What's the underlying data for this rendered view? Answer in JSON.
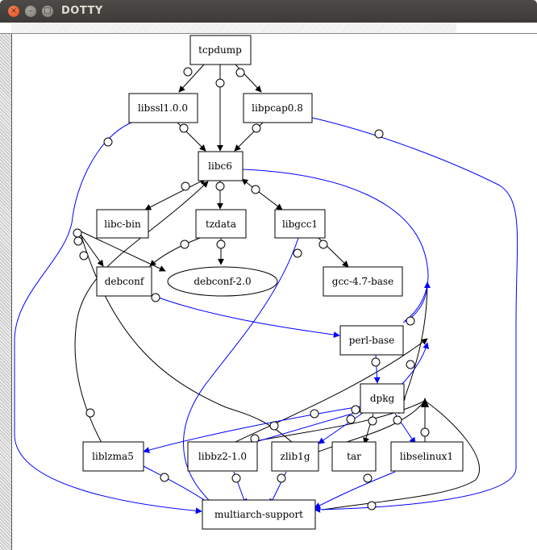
{
  "window": {
    "title": "DOTTY",
    "close_glyph": "×",
    "minimize_glyph": "–",
    "maximize_glyph": "□"
  },
  "graph": {
    "nodes": [
      {
        "id": "tcpdump",
        "label": "tcpdump"
      },
      {
        "id": "libssl",
        "label": "libssl1.0.0"
      },
      {
        "id": "libpcap",
        "label": "libpcap0.8"
      },
      {
        "id": "libc6",
        "label": "libc6"
      },
      {
        "id": "libcbin",
        "label": "libc-bin"
      },
      {
        "id": "tzdata",
        "label": "tzdata"
      },
      {
        "id": "libgcc1",
        "label": "libgcc1"
      },
      {
        "id": "debconf",
        "label": "debconf"
      },
      {
        "id": "debconf2",
        "label": "debconf-2.0"
      },
      {
        "id": "gcc47",
        "label": "gcc-4.7-base"
      },
      {
        "id": "perlbase",
        "label": "perl-base"
      },
      {
        "id": "dpkg",
        "label": "dpkg"
      },
      {
        "id": "liblzma5",
        "label": "liblzma5"
      },
      {
        "id": "libbz2",
        "label": "libbz2-1.0"
      },
      {
        "id": "zlib1g",
        "label": "zlib1g"
      },
      {
        "id": "tar",
        "label": "tar"
      },
      {
        "id": "libselinux1",
        "label": "libselinux1"
      },
      {
        "id": "multiarch",
        "label": "multiarch-support"
      }
    ],
    "edge_colors": {
      "depends": "#000000",
      "predepends": "#0000ff"
    }
  }
}
